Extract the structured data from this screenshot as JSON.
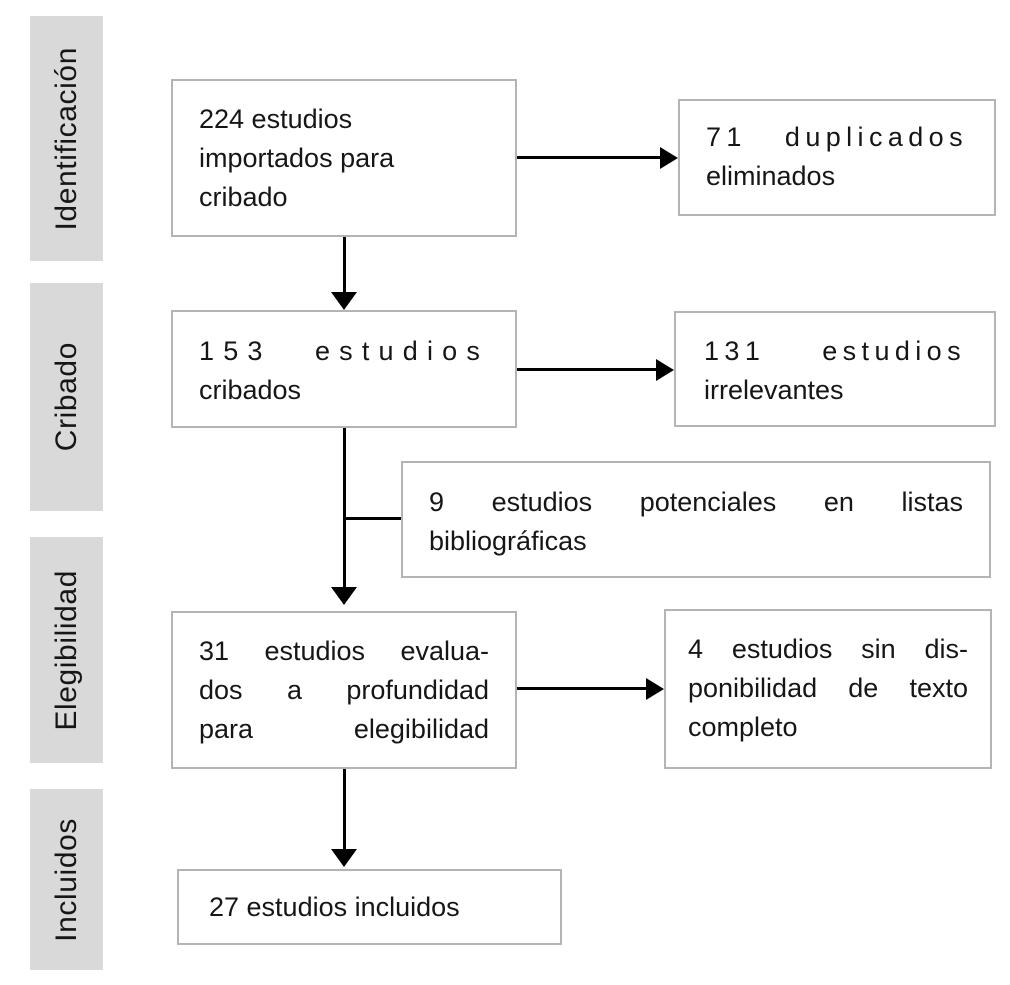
{
  "stages": [
    {
      "label": "Identificación"
    },
    {
      "label": "Cribado"
    },
    {
      "label": "Elegibilidad"
    },
    {
      "label": "Incluidos"
    }
  ],
  "boxes": {
    "imported": {
      "lines": [
        "224 estudios",
        "importados para",
        "cribado"
      ]
    },
    "duplicates": {
      "lines": [
        "71 duplicados",
        "eliminados"
      ]
    },
    "screened": {
      "lines": [
        "153 estudios",
        "cribados"
      ]
    },
    "irrelevant": {
      "lines": [
        "131 estudios",
        "irrelevantes"
      ]
    },
    "potential": {
      "lines": [
        "9 estudios potenciales en listas",
        "bibliográficas"
      ]
    },
    "assessed": {
      "lines": [
        "31 estudios evalua-",
        "dos a profundidad",
        "para elegibilidad"
      ]
    },
    "nofulltext": {
      "lines": [
        "4 estudios sin dis-",
        "ponibilidad de texto",
        "completo"
      ]
    },
    "included": {
      "lines": [
        "27 estudios incluidos"
      ]
    }
  },
  "colors": {
    "background": "#ffffff",
    "stage_band_bg": "#d9d9d9",
    "box_border": "#b4b4b4",
    "text": "#161616",
    "arrow": "#000000"
  }
}
